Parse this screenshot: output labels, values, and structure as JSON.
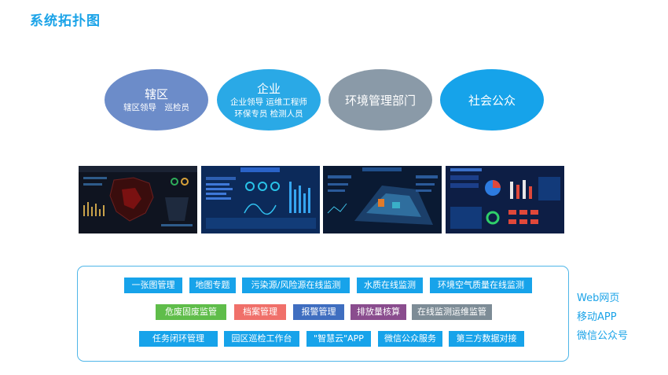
{
  "title": "系统拓扑图",
  "ellipses": [
    {
      "title": "辖区",
      "line1": "辖区领导　巡检员",
      "line2": ""
    },
    {
      "title": "企业",
      "line1": "企业领导 运维工程师",
      "line2": "环保专员 检测人员"
    },
    {
      "title": "环境管理部门",
      "line1": "",
      "line2": ""
    },
    {
      "title": "社会公众",
      "line1": "",
      "line2": ""
    }
  ],
  "modules": {
    "row1": [
      "一张图管理",
      "地图专题",
      "污染源/风险源在线监测",
      "水质在线监测",
      "环境空气质量在线监测"
    ],
    "row2": [
      "危废固废监管",
      "档案管理",
      "报警管理",
      "排放量核算",
      "在线监测运维监管"
    ],
    "row3": [
      "任务闭环管理",
      "园区巡检工作台",
      "\"智慧云\"APP",
      "微信公众服务",
      "第三方数据对接"
    ]
  },
  "platforms": [
    "Web网页",
    "移动APP",
    "微信公众号"
  ],
  "colors": {
    "accent": "#1aa3e8",
    "green": "#5fbd4a",
    "red": "#f0706a",
    "purple": "#8a4d8e",
    "gray": "#7d8c96"
  }
}
